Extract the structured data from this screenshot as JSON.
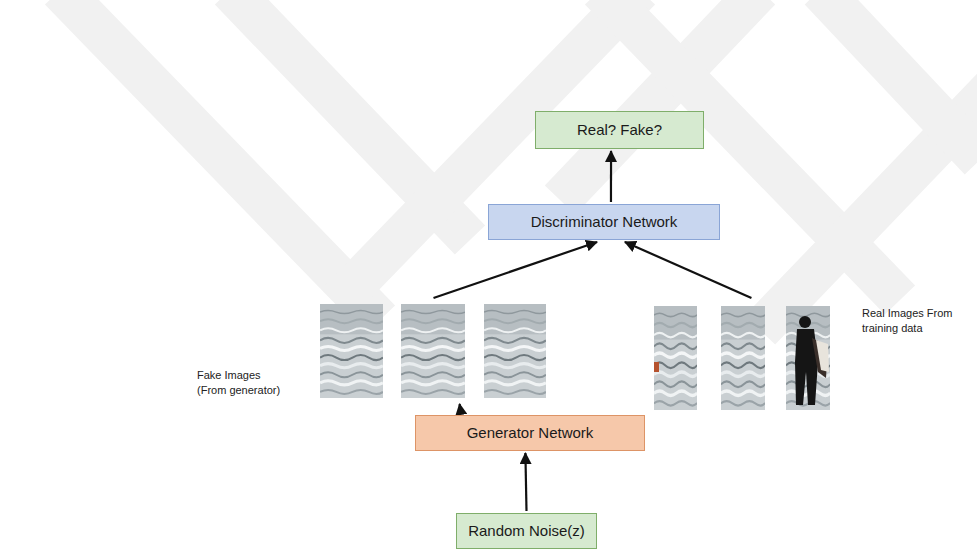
{
  "diagram": {
    "nodes": [
      {
        "text": [
          "Real?  Fake?"
        ]
      },
      {
        "text": [
          "Discriminator Network"
        ]
      },
      {
        "text": [
          "Fake Images (From generator)"
        ]
      },
      {
        "text": [
          "Real Images From training data"
        ]
      },
      {
        "text": [
          "Generator Network"
        ]
      },
      {
        "text": [
          "Random Noise(z)"
        ]
      }
    ],
    "edges": [
      {
        "from": 5,
        "to": 4,
        "arrow": "to"
      },
      {
        "from": 4,
        "to": 2,
        "arrow": "to"
      },
      {
        "from": 2,
        "to": 1,
        "arrow": "to"
      },
      {
        "from": 3,
        "to": 1,
        "arrow": "to"
      },
      {
        "from": 1,
        "to": 0,
        "arrow": "to"
      }
    ]
  }
}
